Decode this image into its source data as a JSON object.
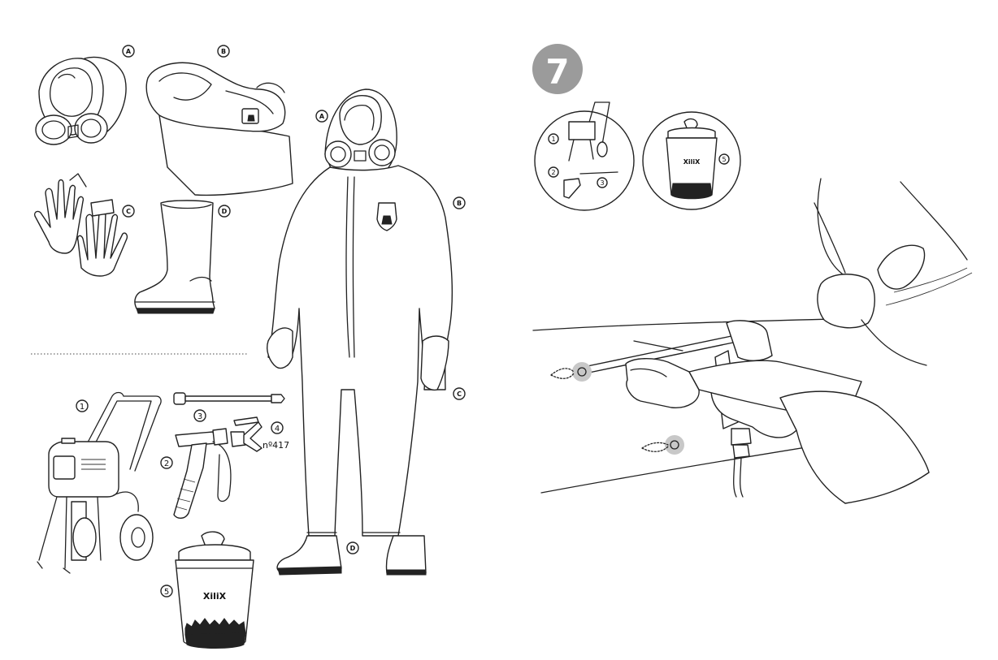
{
  "page_one": {
    "labels": {
      "mask": "A",
      "coverall": "B",
      "gloves": "C",
      "boots": "D",
      "figure_mask": "A",
      "figure_coverall": "B",
      "figure_gloves": "C",
      "figure_boots": "D"
    },
    "equipment": {
      "sprayer": "1",
      "spray_gun": "2",
      "extension": "3",
      "nozzle": "4",
      "nozzle_code": "nº417",
      "bucket": "5",
      "bucket_brand": "XiliX"
    }
  },
  "page_two": {
    "step_number": "7",
    "inset_labels": {
      "sprayer": "1",
      "gun": "2",
      "extension": "3",
      "bucket": "5"
    },
    "bucket_brand": "XiliX"
  },
  "colors": {
    "line": "#222222",
    "step_badge": "#9b9b9b",
    "highlight": "#c8c8c8",
    "background": "#ffffff"
  }
}
